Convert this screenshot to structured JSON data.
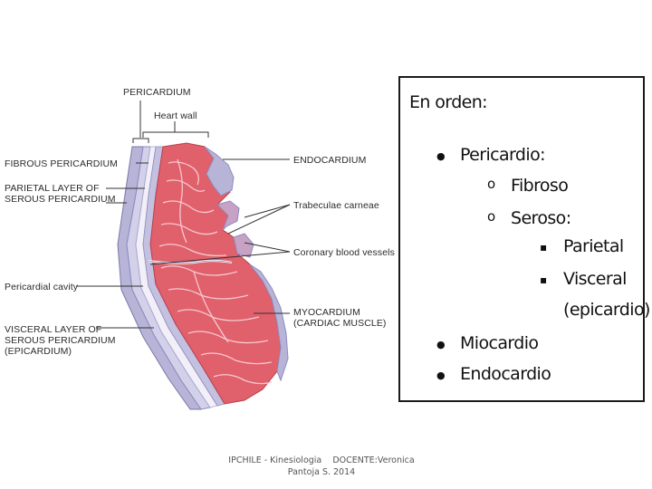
{
  "diagram": {
    "labels": {
      "pericardium": "PERICARDIUM",
      "heart_wall": "Heart wall",
      "fibrous_pericardium": "FIBROUS PERICARDIUM",
      "parietal_layer_1": "PARIETAL LAYER OF",
      "parietal_layer_2": "SEROUS PERICARDIUM",
      "pericardial_cavity": "Pericardial cavity",
      "visceral_layer_1": "VISCERAL LAYER OF",
      "visceral_layer_2": "SEROUS PERICARDIUM",
      "visceral_layer_3": "(EPICARDIUM)",
      "endocardium": "ENDOCARDIUM",
      "trabeculae": "Trabeculae carneae",
      "coronary": "Coronary blood vessels",
      "myocardium_1": "MYOCARDIUM",
      "myocardium_2": "(CARDIAC MUSCLE)"
    }
  },
  "summary_box": {
    "title": "En orden:",
    "items": {
      "pericardio": "Pericardio:",
      "fibroso": "Fibroso",
      "seroso": "Seroso:",
      "parietal": "Parietal",
      "visceral": "Visceral",
      "epicardio": "(epicardio)",
      "miocardio": "Miocardio",
      "endocardio": "Endocardio"
    },
    "markers": {
      "level1": "●",
      "level2": "o",
      "level3": "▪"
    }
  },
  "footer": {
    "line1": "IPCHILE - Kinesiologia    DOCENTE:Veronica",
    "line2": "Pantoja S. 2014"
  },
  "colors": {
    "muscle": "#e0606c",
    "muscle_dark": "#c94452",
    "membrane": "#b7b4d8",
    "membrane_dark": "#8e8bbf",
    "line": "#333333"
  }
}
